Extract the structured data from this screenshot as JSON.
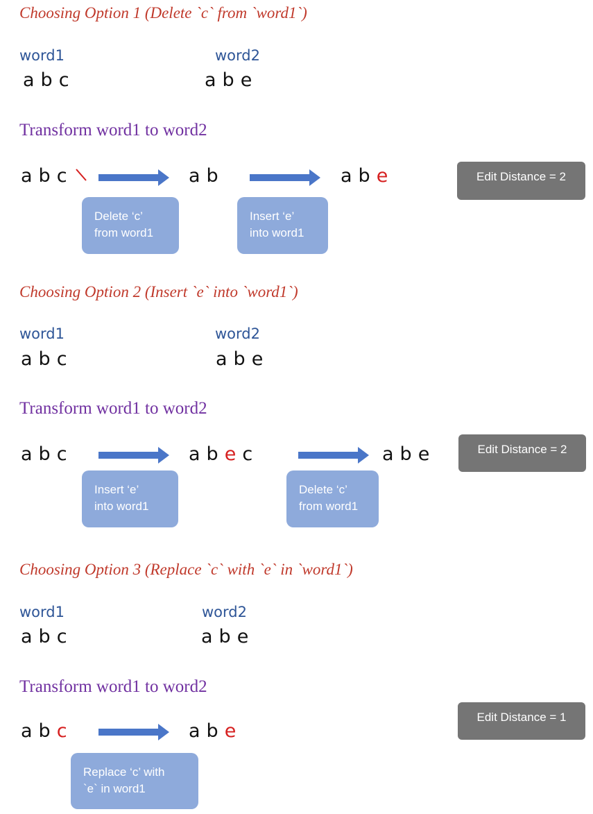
{
  "colors": {
    "title_red": "#c0392b",
    "label_blue": "#2e5597",
    "transform_purple": "#7030a0",
    "highlight_red": "#d62020",
    "arrow_blue": "#4a76c8",
    "op_box": "#8eaadb",
    "edit_box": "#757575"
  },
  "option1": {
    "title": "Choosing Option 1 (Delete `c` from `word1`)",
    "word1_label": "word1",
    "word1": [
      "a",
      "b",
      "c"
    ],
    "word2_label": "word2",
    "word2": [
      "a",
      "b",
      "e"
    ],
    "transform_title": "Transform word1 to word2",
    "seq_start": [
      "a",
      "b",
      "c"
    ],
    "seq_mid": [
      "a",
      "b"
    ],
    "seq_end": [
      "a",
      "b",
      "e"
    ],
    "step1": [
      "Delete ‘c’",
      "from word1"
    ],
    "step2": [
      "Insert ‘e’",
      "into word1"
    ],
    "edit_distance": "Edit Distance = 2"
  },
  "option2": {
    "title": "Choosing Option 2 (Insert `e` into `word1`)",
    "word1_label": "word1",
    "word1": [
      "a",
      "b",
      "c"
    ],
    "word2_label": "word2",
    "word2": [
      "a",
      "b",
      "e"
    ],
    "transform_title": "Transform word1 to word2",
    "seq_start": [
      "a",
      "b",
      "c"
    ],
    "seq_mid": [
      "a",
      "b",
      "e",
      "c"
    ],
    "seq_end": [
      "a",
      "b",
      "e"
    ],
    "step1": [
      "Insert ‘e’",
      "into word1"
    ],
    "step2": [
      "Delete ‘c’",
      "from word1"
    ],
    "edit_distance": "Edit Distance = 2"
  },
  "option3": {
    "title": "Choosing Option 3 (Replace `c` with `e` in `word1`)",
    "word1_label": "word1",
    "word1": [
      "a",
      "b",
      "c"
    ],
    "word2_label": "word2",
    "word2": [
      "a",
      "b",
      "e"
    ],
    "transform_title": "Transform word1 to word2",
    "seq_start": [
      "a",
      "b",
      "c"
    ],
    "seq_end": [
      "a",
      "b",
      "e"
    ],
    "step1": [
      "Replace ‘c’ with",
      "`e` in word1"
    ],
    "edit_distance": "Edit Distance = 1"
  }
}
